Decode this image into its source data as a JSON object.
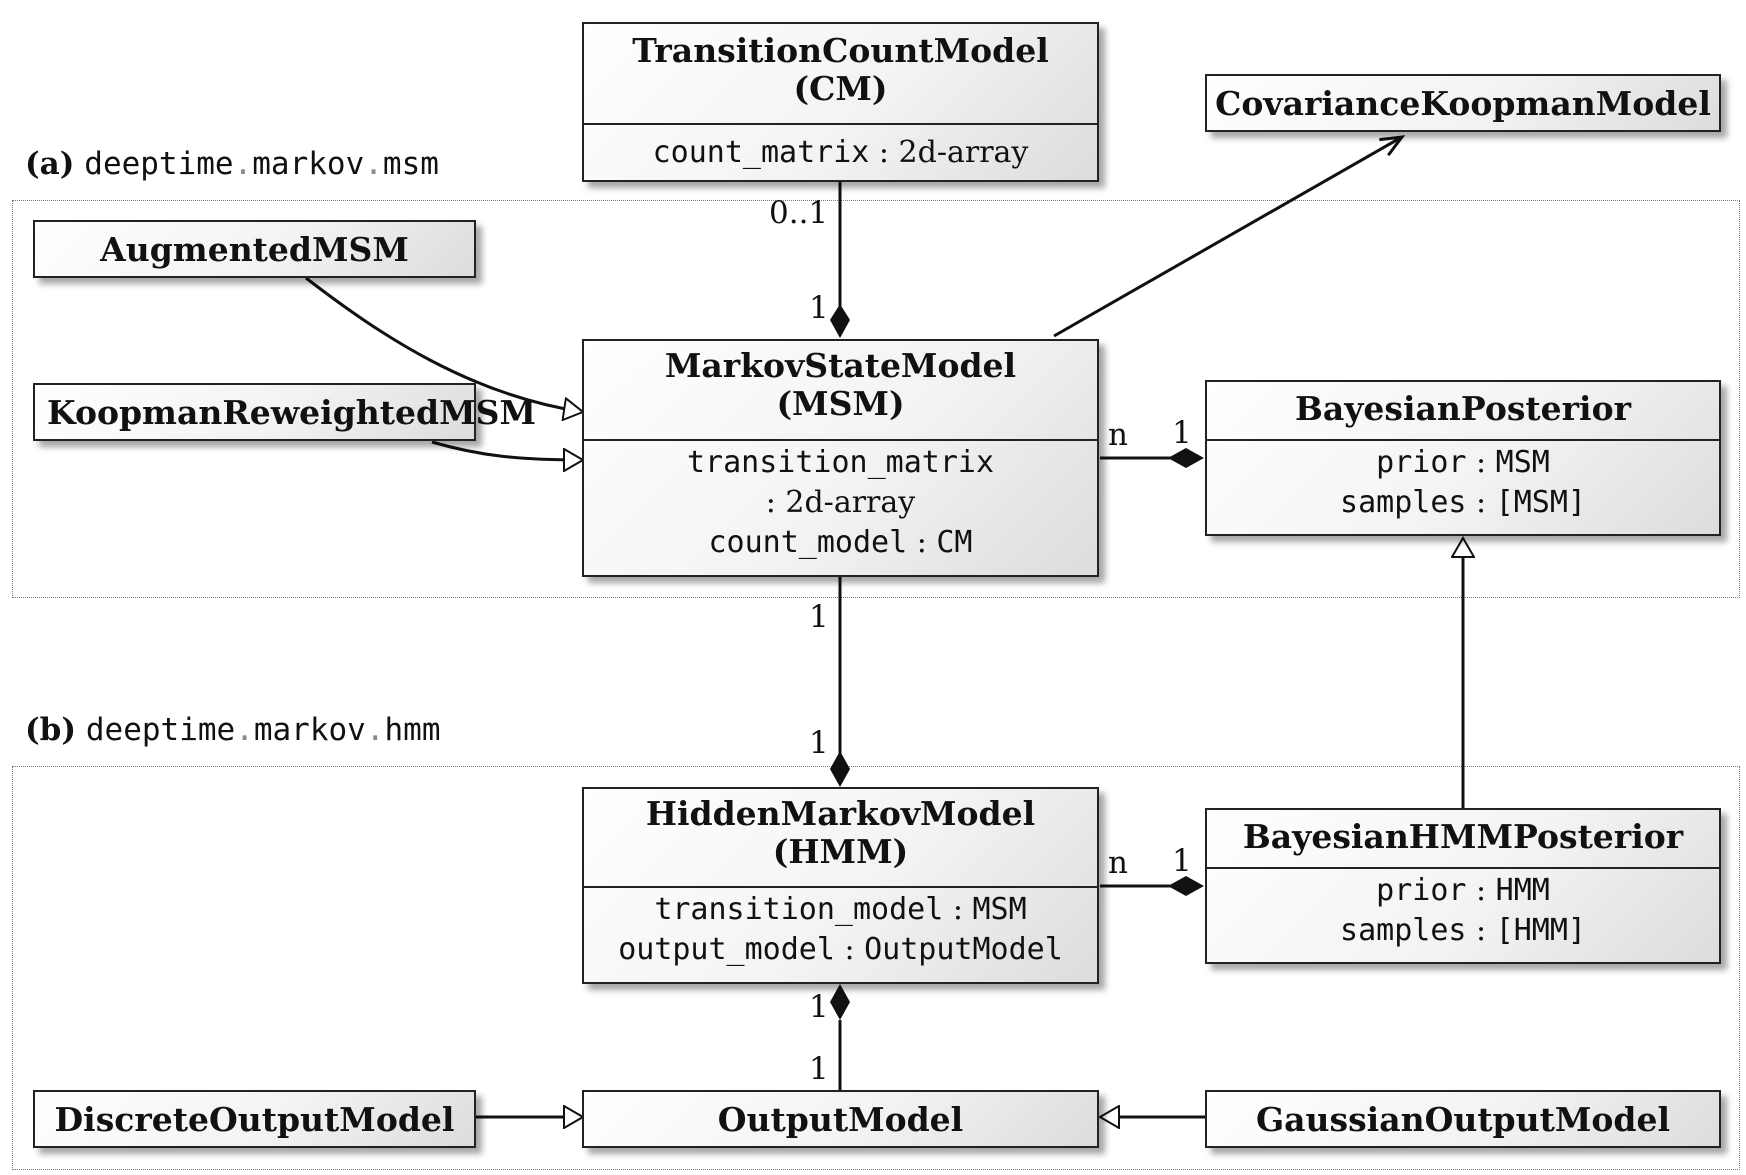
{
  "packages": {
    "msm": {
      "tag": "(a)",
      "module": [
        "deeptime",
        ".",
        "markov",
        ".",
        "msm"
      ]
    },
    "hmm": {
      "tag": "(b)",
      "module": [
        "deeptime",
        ".",
        "markov",
        ".",
        "hmm"
      ]
    }
  },
  "classes": {
    "count_model": {
      "title_1": "TransitionCountModel",
      "title_2": "(CM)",
      "attr_1_name": "count_matrix",
      "attr_1_sep": " : ",
      "attr_1_type": "2d-array"
    },
    "covariance_koopman": {
      "title": "CovarianceKoopmanModel"
    },
    "augmented_msm": {
      "title": "AugmentedMSM"
    },
    "koopman_reweighted": {
      "title": "KoopmanReweightedMSM"
    },
    "msm": {
      "title_1": "MarkovStateModel",
      "title_2": "(MSM)",
      "attr_1_name": "transition_matrix",
      "attr_1b": ": 2d-array",
      "attr_2_name": "count_model",
      "attr_2_sep": " : ",
      "attr_2_type": "CM"
    },
    "bayesian_posterior": {
      "title": "BayesianPosterior",
      "attr_1_name": "prior",
      "attr_1_sep": " : ",
      "attr_1_type": "MSM",
      "attr_2_name": "samples",
      "attr_2_sep": " : ",
      "attr_2_type": "[MSM]"
    },
    "hmm": {
      "title_1": "HiddenMarkovModel",
      "title_2": "(HMM)",
      "attr_1_name": "transition_model",
      "attr_1_sep": " : ",
      "attr_1_type": "MSM",
      "attr_2_name": "output_model",
      "attr_2_sep": " : ",
      "attr_2_type": "OutputModel"
    },
    "bayesian_hmm_posterior": {
      "title": "BayesianHMMPosterior",
      "attr_1_name": "prior",
      "attr_1_sep": " : ",
      "attr_1_type": "HMM",
      "attr_2_name": "samples",
      "attr_2_sep": " : ",
      "attr_2_type": "[HMM]"
    },
    "discrete_output": {
      "title": "DiscreteOutputModel"
    },
    "output_model": {
      "title": "OutputModel"
    },
    "gaussian_output": {
      "title": "GaussianOutputModel"
    }
  },
  "multiplicities": {
    "cm_to_msm_cm_end": "0..1",
    "cm_to_msm_msm_end": "1",
    "msm_posterior_msm_end": "n",
    "msm_posterior_posterior_end": "1",
    "msm_hmm_msm_end": "1",
    "msm_hmm_hmm_end": "1",
    "hmm_posterior_hmm_end": "n",
    "hmm_posterior_posterior_end": "1",
    "hmm_output_hmm_end": "1",
    "hmm_output_output_end": "1"
  }
}
